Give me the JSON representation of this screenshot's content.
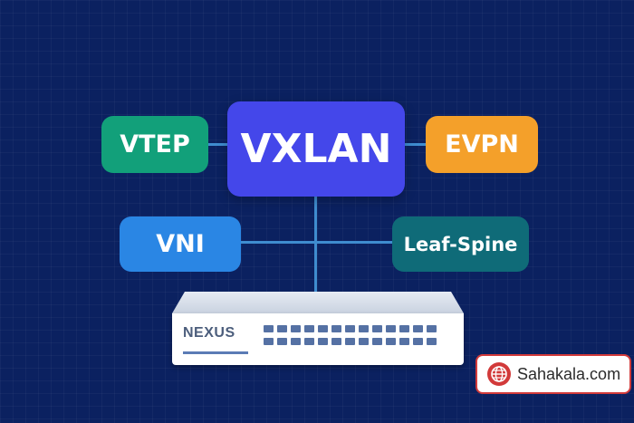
{
  "diagram": {
    "center": {
      "label": "VXLAN",
      "color": "#4447ea"
    },
    "top_left": {
      "label": "VTEP",
      "color": "#12a07a"
    },
    "top_right": {
      "label": "EVPN",
      "color": "#f4a02a"
    },
    "mid_left": {
      "label": "VNI",
      "color": "#2a86e4"
    },
    "mid_right": {
      "label": "Leaf-Spine",
      "color": "#0f6b78"
    },
    "connector_color": "#3f8ccf",
    "background_color": "#0b2160"
  },
  "switch": {
    "label": "NEXUS",
    "port_rows": 2,
    "port_cols": 13
  },
  "watermark": {
    "text": "Sahakala.com",
    "icon": "globe-icon",
    "accent": "#d23a3a"
  }
}
